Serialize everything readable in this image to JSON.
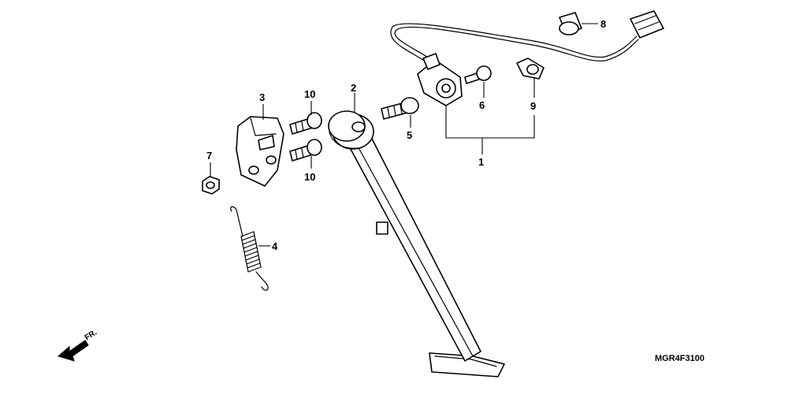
{
  "diagram": {
    "callouts": {
      "c1": "1",
      "c2": "2",
      "c3": "3",
      "c4": "4",
      "c5": "5",
      "c6": "6",
      "c7": "7",
      "c8": "8",
      "c9": "9",
      "c10a": "10",
      "c10b": "10"
    },
    "direction_label": "FR.",
    "diagram_code": "MGR4F3100"
  }
}
